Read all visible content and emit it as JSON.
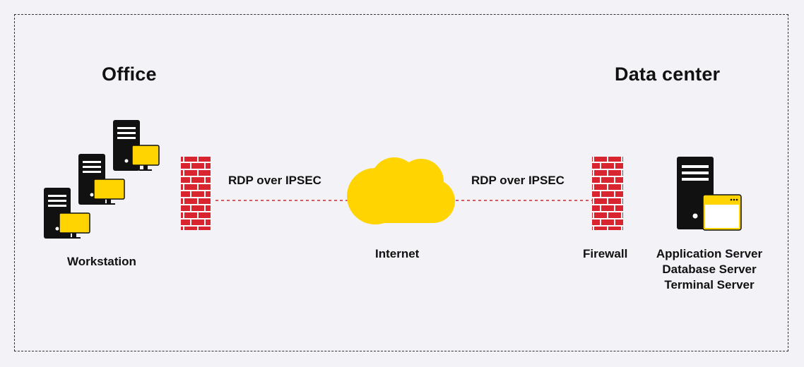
{
  "zones": {
    "office_title": "Office",
    "datacenter_title": "Data center"
  },
  "nodes": {
    "workstation_label": "Workstation",
    "internet_label": "Internet",
    "firewall_label": "Firewall",
    "servers_lines": [
      "Application Server",
      "Database Server",
      "Terminal Server"
    ]
  },
  "links": {
    "left_label": "RDP over IPSEC",
    "right_label": "RDP over IPSEC"
  },
  "colors": {
    "background": "#f2f2f7",
    "brick": "#d9252f",
    "accent_yellow": "#ffd400",
    "device_black": "#111111",
    "link_dash": "#d9252f"
  },
  "icons": {
    "workstations": "workstation-icon",
    "firewalls": "firewall-icon",
    "cloud": "cloud-icon",
    "server": "server-icon"
  }
}
